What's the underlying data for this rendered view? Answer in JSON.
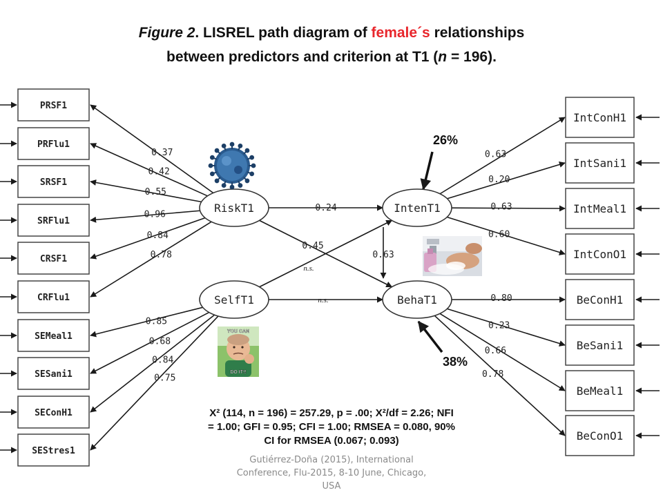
{
  "title": {
    "figure_label": "Figure 2",
    "line1_pre": ". LISREL path diagram of ",
    "highlight": "female´s",
    "line1_post": " relationships",
    "line2_pre": "between predictors and criterion at T1 (",
    "n_symbol": "n",
    "line2_post": " = 196)."
  },
  "left_indicators": [
    {
      "label": "PRSF1",
      "loading": "0.37"
    },
    {
      "label": "PRFlu1",
      "loading": "0.42"
    },
    {
      "label": "SRSF1",
      "loading": "0.55"
    },
    {
      "label": "SRFlu1",
      "loading": "0.96"
    },
    {
      "label": "CRSF1",
      "loading": "0.84"
    },
    {
      "label": "CRFlu1",
      "loading": "0.78"
    },
    {
      "label": "SEMeal1",
      "loading": "0.85"
    },
    {
      "label": "SESani1",
      "loading": "0.68"
    },
    {
      "label": "SEConH1",
      "loading": "0.84"
    },
    {
      "label": "SEStres1",
      "loading": "0.75"
    }
  ],
  "right_indicators": [
    {
      "label": "IntConH1",
      "loading": "0.63"
    },
    {
      "label": "IntSani1",
      "loading": "0.20"
    },
    {
      "label": "IntMeal1",
      "loading": "0.63"
    },
    {
      "label": "IntConO1",
      "loading": "0.60"
    },
    {
      "label": "BeConH1",
      "loading": "0.80"
    },
    {
      "label": "BeSani1",
      "loading": "0.23"
    },
    {
      "label": "BeMeal1",
      "loading": "0.66"
    },
    {
      "label": "BeConO1",
      "loading": "0.78"
    }
  ],
  "latents": {
    "risk": "RiskT1",
    "self": "SelfT1",
    "inten": "IntenT1",
    "beha": "BehaT1"
  },
  "paths": {
    "risk_inten": "0.24",
    "self_inten": "0.45",
    "risk_beha": "n.s.",
    "self_beha": "n.s.",
    "inten_beha": "0.63"
  },
  "variance_explained": {
    "inten": "26%",
    "beha": "38%"
  },
  "image_captions": {
    "baby_top": "YOU CAN",
    "baby_bottom": "DO IT!!"
  },
  "fit_statistics": {
    "line1": "X² (114, n = 196) = 257.29,  p = .00; X²/df  = 2.26; NFI",
    "line2": "= 1.00; GFI = 0.95; CFI = 1.00; RMSEA = 0.080, 90%",
    "line3": "CI for RMSEA (0.067; 0.093)"
  },
  "citation": {
    "line1": "Gutiérrez-Doña (2015), International",
    "line2": "Conference, Flu-2015, 8-10 June, Chicago,",
    "line3": "USA"
  },
  "colors": {
    "highlight": "#e8262c",
    "line": "#1a1a1a",
    "virus": "#2a5b8f"
  }
}
